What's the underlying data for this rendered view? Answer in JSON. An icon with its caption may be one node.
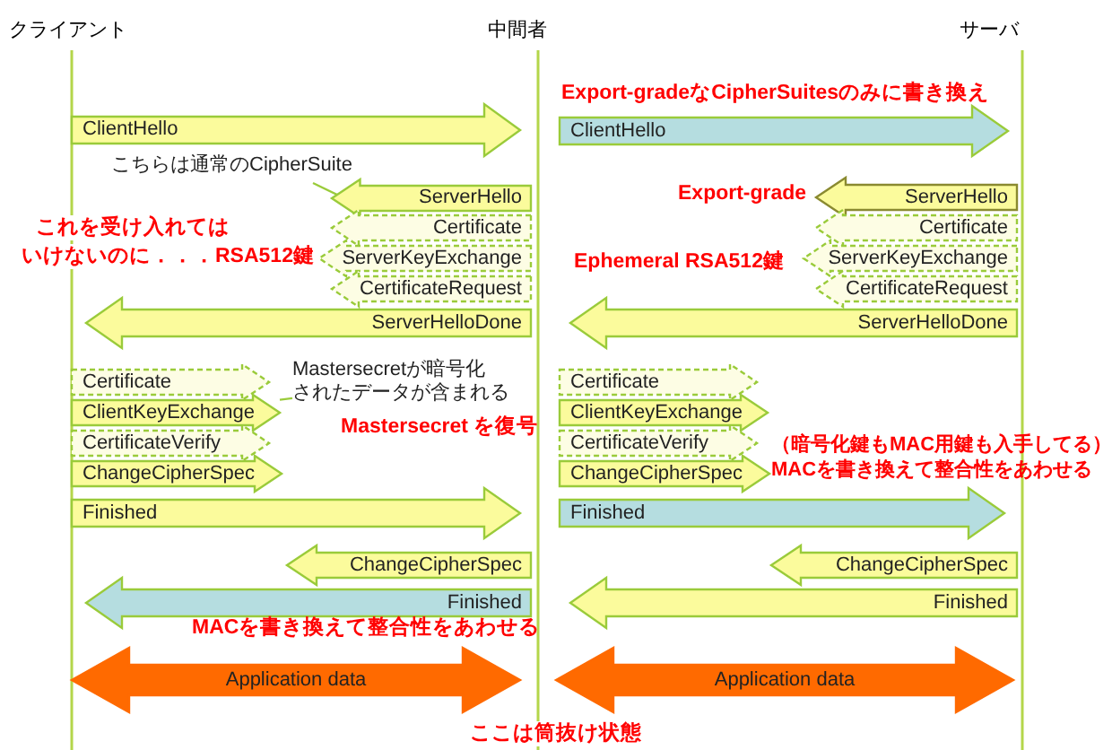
{
  "diagram": {
    "nodes": [
      {
        "text": [
          "ClientHello"
        ]
      },
      {
        "text": [
          "ClientHello"
        ]
      },
      {
        "text": [
          "こちらは通常のCipherSuite"
        ]
      },
      {
        "text": [
          "ServerHello"
        ]
      },
      {
        "text": [
          "ServerHello"
        ]
      },
      {
        "text": [
          "Certificate"
        ]
      },
      {
        "text": [
          "Certificate"
        ]
      },
      {
        "text": [
          "ServerKeyExchange"
        ]
      },
      {
        "text": [
          "ServerKeyExchange"
        ]
      },
      {
        "text": [
          "CertificateRequest"
        ]
      },
      {
        "text": [
          "CertificateRequest"
        ]
      },
      {
        "text": [
          "ServerHelloDone"
        ]
      },
      {
        "text": [
          "ServerHelloDone"
        ]
      },
      {
        "text": [
          "Certificate"
        ]
      },
      {
        "text": [
          "Certificate"
        ]
      },
      {
        "text": [
          "Mastersecretが暗号化",
          "されたデータが含まれる"
        ]
      },
      {
        "text": [
          "ClientKeyExchange"
        ]
      },
      {
        "text": [
          "ClientKeyExchange"
        ]
      },
      {
        "text": [
          "CertificateVerify"
        ]
      },
      {
        "text": [
          "CertificateVerify"
        ]
      },
      {
        "text": [
          "ChangeCipherSpec"
        ]
      },
      {
        "text": [
          "ChangeCipherSpec"
        ]
      },
      {
        "text": [
          "Finished"
        ]
      },
      {
        "text": [
          "Finished"
        ]
      },
      {
        "text": [
          "ChangeCipherSpec"
        ]
      },
      {
        "text": [
          "ChangeCipherSpec"
        ]
      },
      {
        "text": [
          "Finished"
        ]
      },
      {
        "text": [
          "Finished"
        ]
      },
      {
        "text": [
          "Application data"
        ]
      },
      {
        "text": [
          "Application data"
        ]
      }
    ],
    "edges": [
      {
        "from": 2,
        "to": 3,
        "arrow": "none"
      },
      {
        "from": 15,
        "to": 16,
        "arrow": "none"
      }
    ],
    "labels": [
      "クライアント",
      "中間者",
      "サーバ",
      "Export-gradeなCipherSuitesのみに書き換え",
      "Export-grade",
      "これを受け入れては",
      "いけないのに．．．RSA512鍵",
      "Ephemeral RSA512鍵",
      "Mastersecret を復号",
      "（暗号化鍵もMAC用鍵も入手してる）",
      "MACを書き換えて整合性をあわせる",
      "MACを書き換えて整合性をあわせる",
      "ここは筒抜け状態"
    ]
  }
}
